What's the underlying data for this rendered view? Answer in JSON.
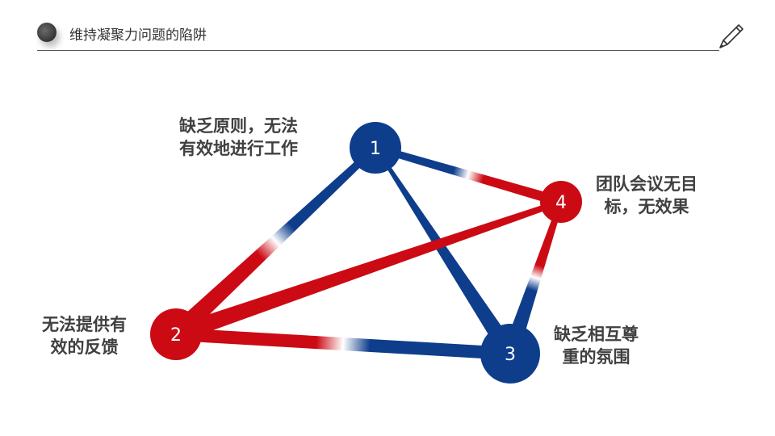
{
  "header": {
    "title": "维持凝聚力问题的陷阱"
  },
  "colors": {
    "blue": "#0e3d8c",
    "red": "#cc0a14"
  },
  "nodes": [
    {
      "id": "1",
      "label": "1",
      "color": "blue",
      "caption_line1": "缺乏原则，无法",
      "caption_line2": "有效地进行工作"
    },
    {
      "id": "2",
      "label": "2",
      "color": "red",
      "caption_line1": "无法提供有",
      "caption_line2": "效的反馈"
    },
    {
      "id": "3",
      "label": "3",
      "color": "blue",
      "caption_line1": "缺乏相互尊",
      "caption_line2": "重的氛围"
    },
    {
      "id": "4",
      "label": "4",
      "color": "red",
      "caption_line1": "团队会议无目",
      "caption_line2": "标，无效果"
    }
  ]
}
